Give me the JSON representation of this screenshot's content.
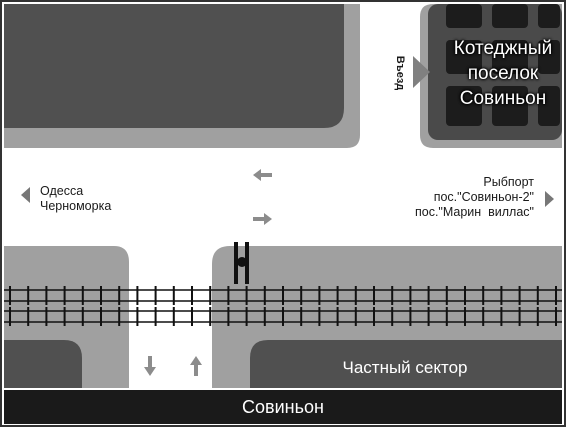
{
  "map": {
    "cottage_lines": [
      "Котеджный",
      "поселок",
      "Совиньон"
    ],
    "entry_label": "Въезд",
    "left_direction": [
      "Одесса",
      "Черноморка"
    ],
    "right_direction": [
      "Рыбпорт",
      "пос.\"Совиньон-2\"",
      "пос.\"Марин  виллас\""
    ],
    "private_sector": "Частный сектор",
    "footer_title": "Совиньон"
  },
  "icons": {
    "direction_arrows": "triangle-arrow-icon",
    "traffic_arrows": "lane-arrow-icon",
    "rail_crossing": "railway-crossing-icon"
  },
  "colors": {
    "block_dark": "#4d4d4d",
    "block_light": "#a0a0a0",
    "road": "#ffffff",
    "rail": "#111111",
    "footer": "#1a1a1a",
    "arrow": "#8c8c8c"
  }
}
